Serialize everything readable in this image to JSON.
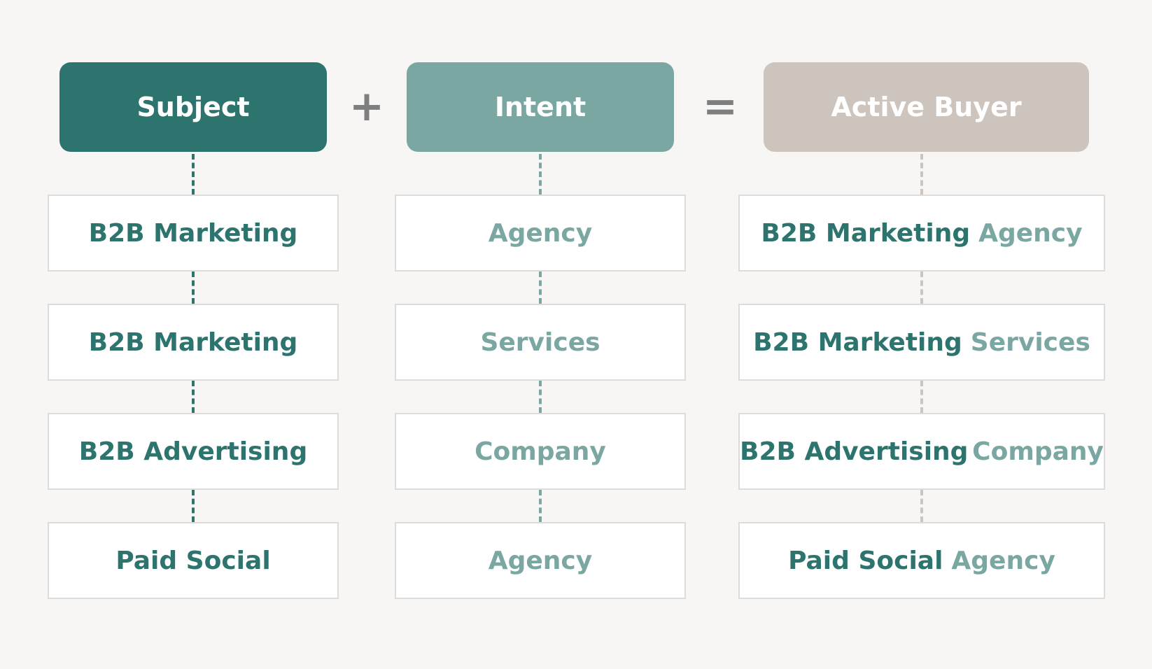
{
  "headers": {
    "subject": "Subject",
    "intent": "Intent",
    "result": "Active Buyer"
  },
  "operators": {
    "plus": "+",
    "equals": "="
  },
  "rows": [
    {
      "subject": "B2B Marketing",
      "intent": "Agency",
      "result_subject": "B2B Marketing",
      "result_intent": "Agency"
    },
    {
      "subject": "B2B Marketing",
      "intent": "Services",
      "result_subject": "B2B Marketing",
      "result_intent": "Services"
    },
    {
      "subject": "B2B Advertising",
      "intent": "Company",
      "result_subject": "B2B Advertising",
      "result_intent": "Company"
    },
    {
      "subject": "Paid Social",
      "intent": "Agency",
      "result_subject": "Paid Social",
      "result_intent": "Agency"
    }
  ],
  "colors": {
    "subject": "#2c746d",
    "intent": "#7aa7a1",
    "result": "#cdc4bd",
    "operator": "#7e7e7e",
    "card_border": "#dddcda",
    "background": "#f8f6f4"
  }
}
